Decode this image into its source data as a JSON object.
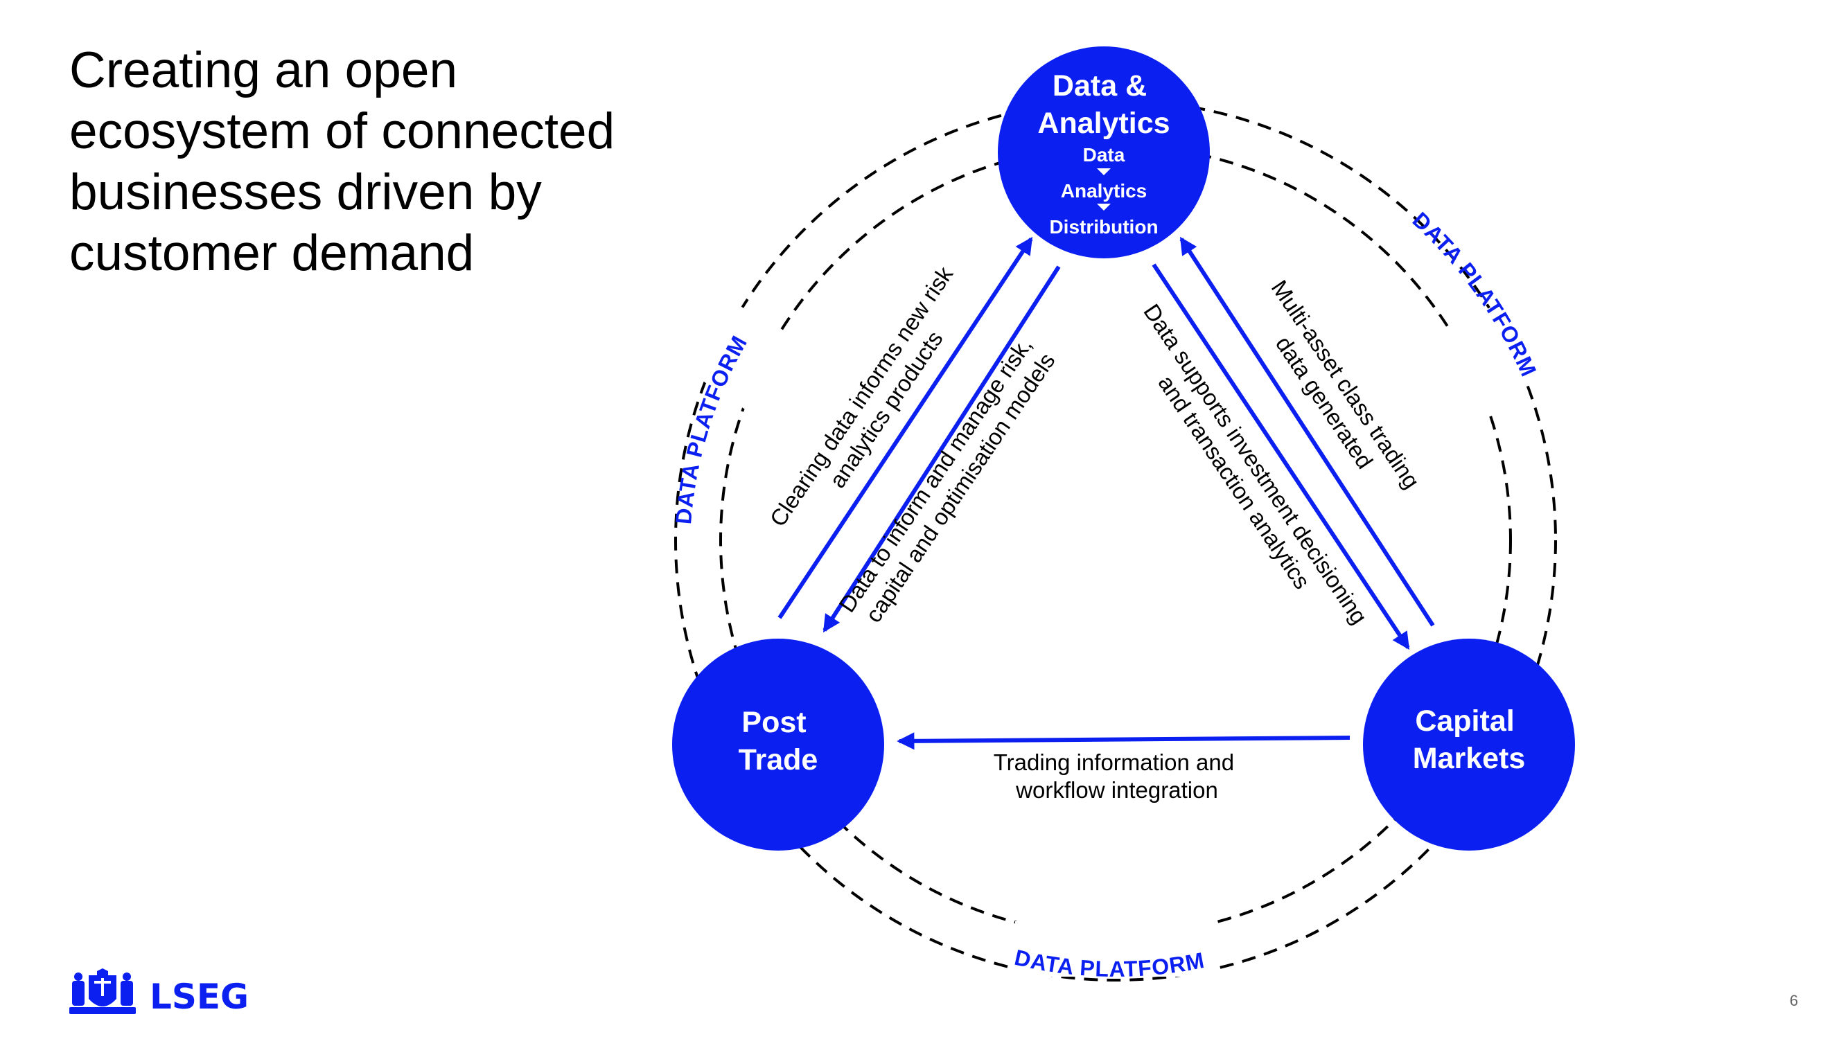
{
  "title": "Creating an open\necosystem of connected\nbusinesses driven by\ncustomer demand",
  "colors": {
    "brand_blue": "#0a1ff0",
    "text": "#000000",
    "ring": "#000000"
  },
  "nodes": {
    "data_analytics": {
      "title_line1": "Data &",
      "title_line2": "Analytics",
      "flow": [
        "Data",
        "Analytics",
        "Distribution"
      ]
    },
    "post_trade": {
      "title_line1": "Post",
      "title_line2": "Trade"
    },
    "capital_markets": {
      "title_line1": "Capital",
      "title_line2": "Markets"
    }
  },
  "ring_labels": {
    "left": "DATA PLATFORM",
    "right": "DATA PLATFORM",
    "bottom": "DATA PLATFORM"
  },
  "edges": {
    "post_trade_to_data": [
      "Clearing data informs new risk",
      "analytics products"
    ],
    "data_to_post_trade": [
      "Data to inform and manage risk,",
      "capital and optimisation models"
    ],
    "data_to_capital_markets": [
      "Data supports investment decisioning",
      "and transaction analytics"
    ],
    "capital_markets_to_data": [
      "Multi-asset class trading",
      "data generated"
    ],
    "capital_markets_to_post_trade": [
      "Trading information and",
      "workflow integration"
    ]
  },
  "logo": {
    "text": "LSEG",
    "icon": "lseg-crest-icon"
  },
  "page_number": "6"
}
